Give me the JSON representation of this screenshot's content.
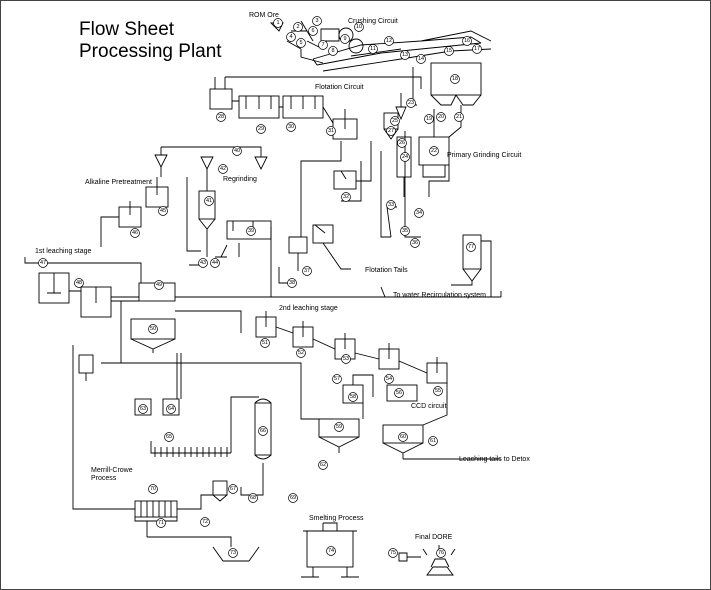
{
  "title": {
    "line1": "Flow Sheet",
    "line2": "Processing Plant"
  },
  "labels": {
    "rom_ore": "ROM Ore",
    "crushing_circuit": "Crushing Circuit",
    "flotation_circuit": "Flotation Circuit",
    "primary_grinding_circuit": "Primary Grinding Circuit",
    "alkaline_pretreatment": "Alkaline Pretreatment",
    "regrinding": "Regrinding",
    "first_leaching_stage": "1st leaching stage",
    "flotation_tails": "Flotation Tails",
    "water_recirculation": "To water Recirculation system",
    "second_leaching_stage": "2nd leaching stage",
    "ccd_circuit": "CCD circuit",
    "leaching_tails": "Leaching tails to Detox",
    "merrill_crowe_1": "Merrill-Crowe",
    "merrill_crowe_2": "Process",
    "smelting_process": "Smelting Process",
    "final_dore": "Final DORE"
  },
  "equipment_tags": [
    "1",
    "2",
    "3",
    "4",
    "5",
    "6",
    "7",
    "8",
    "9",
    "10",
    "11",
    "12",
    "13",
    "14",
    "15",
    "16",
    "17",
    "18",
    "19",
    "20",
    "21",
    "22",
    "23",
    "24",
    "25",
    "26",
    "27",
    "28",
    "29",
    "30",
    "31",
    "32",
    "33",
    "34",
    "35",
    "36",
    "37",
    "38",
    "39",
    "40",
    "41",
    "42",
    "43",
    "44",
    "45",
    "46",
    "47",
    "48",
    "49",
    "50",
    "51",
    "52",
    "53",
    "54",
    "55",
    "56",
    "57",
    "58",
    "59",
    "60",
    "61",
    "62",
    "63",
    "64",
    "65",
    "66",
    "67",
    "68",
    "69",
    "70",
    "71",
    "72",
    "73",
    "74",
    "75",
    "76",
    "77"
  ]
}
